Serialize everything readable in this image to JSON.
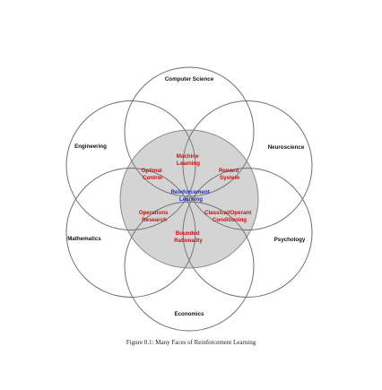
{
  "colors": {
    "petal_stroke": "#6f6f6f",
    "center_fill": "#d4d4d4",
    "center_stroke": "#8a8a8a",
    "outer_text": "#111111",
    "inner_text": "#cc1010",
    "core_text": "#1a2fd0"
  },
  "fields": {
    "computer_science": "Computer Science",
    "neuroscience": "Neuroscience",
    "psychology": "Psychology",
    "economics": "Economics",
    "mathematics": "Mathematics",
    "engineering": "Engineering"
  },
  "subfields": {
    "machine_learning": [
      "Machine",
      "Learning"
    ],
    "reward_system": [
      "Reward",
      "System"
    ],
    "classical_operant": [
      "Classical/Operant",
      "Conditioning"
    ],
    "bounded_rationality": [
      "Bounded",
      "Rationality"
    ],
    "operations_research": [
      "Operations",
      "Research"
    ],
    "optimal_control": [
      "Optimal",
      "Control"
    ]
  },
  "core": [
    "Reinforcement",
    "Learning"
  ],
  "caption": "Figure 0.1: Many Faces of Reinforcement Learning"
}
